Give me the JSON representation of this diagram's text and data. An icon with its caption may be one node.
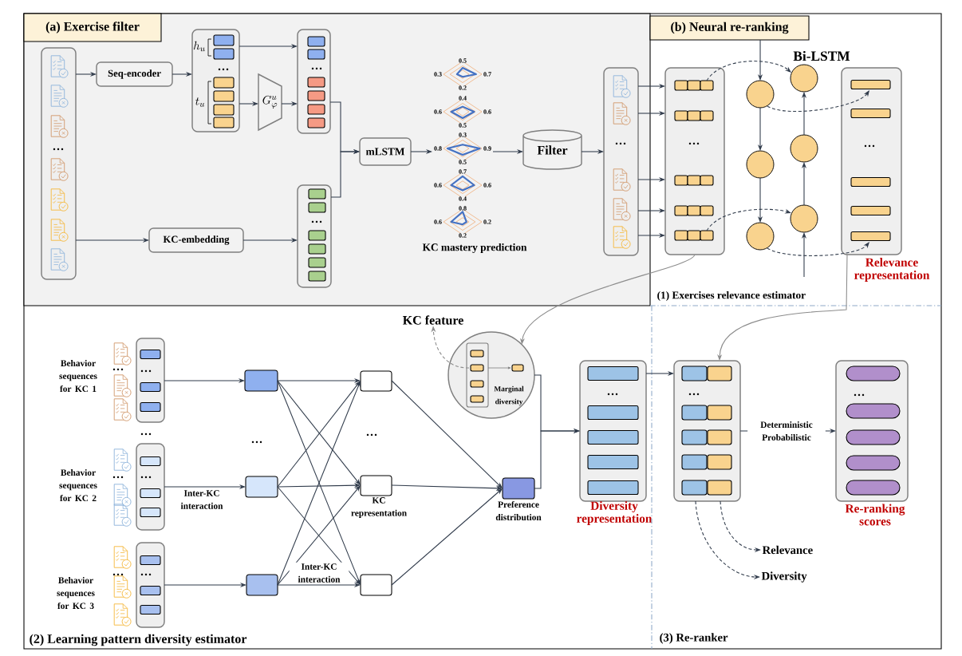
{
  "diagram": {
    "nodes": [
      {
        "text": [
          "(a) Exercise filter"
        ]
      },
      {
        "text": [],
        "shape": "box",
        "in": 0
      },
      {
        "text": [
          "Seq-encoder"
        ],
        "in": 0
      },
      {
        "text": [
          "h_u",
          "t_u"
        ],
        "in": 0
      },
      {
        "text": [
          "G^{u}_{\\varphi}"
        ],
        "in": 0
      },
      {
        "text": [],
        "shape": "box",
        "in": 0
      },
      {
        "text": [
          "KC-embedding"
        ],
        "in": 0
      },
      {
        "text": [],
        "shape": "box",
        "in": 0
      },
      {
        "text": [
          "mLSTM"
        ],
        "in": 0
      },
      {
        "text": [],
        "shape": "diamond",
        "beside": [
          "KC mastery prediction"
        ],
        "in": 0
      },
      {
        "text": [
          "Filter"
        ],
        "in": 0
      },
      {
        "text": [],
        "shape": "box",
        "in": 0
      },
      {
        "text": [
          "(b) Neural re-ranking"
        ]
      },
      {
        "text": [],
        "shape": "box"
      },
      {
        "text": [],
        "shape": "circle"
      },
      {
        "text": [],
        "shape": "circle"
      },
      {
        "text": [],
        "shape": "circle"
      },
      {
        "text": [],
        "shape": "circle"
      },
      {
        "text": [],
        "shape": "circle"
      },
      {
        "text": [],
        "shape": "circle"
      },
      {
        "text": [],
        "shape": "box",
        "beside": [
          "Relevance representation"
        ]
      },
      {
        "text": [],
        "shape": "box"
      },
      {
        "text": [],
        "shape": "box"
      },
      {
        "text": [],
        "shape": "box"
      },
      {
        "text": [],
        "shape": "box"
      },
      {
        "text": [],
        "shape": "box"
      },
      {
        "text": [],
        "shape": "box"
      },
      {
        "text": [],
        "shape": "box"
      },
      {
        "text": [],
        "shape": "box",
        "beside": [
          "KC representation"
        ]
      },
      {
        "text": [],
        "shape": "box"
      },
      {
        "text": [],
        "shape": "box",
        "beside": [
          "Preference distribution"
        ]
      },
      {
        "text": [
          "Marginal diversity"
        ]
      },
      {
        "text": [
          "KC feature"
        ]
      },
      {
        "text": [],
        "shape": "box",
        "beside": [
          "Diversity representation"
        ]
      },
      {
        "text": [],
        "shape": "box"
      },
      {
        "text": [],
        "shape": "box",
        "beside": [
          "Re-ranking scores"
        ]
      },
      {
        "text": [
          "Relevance"
        ]
      },
      {
        "text": [
          "Diversity"
        ]
      }
    ],
    "edges": [
      {
        "from": 1,
        "to": 2,
        "arrow": "to"
      },
      {
        "from": 2,
        "to": 3,
        "arrow": "to"
      },
      {
        "from": 3,
        "to": 5,
        "arrow": "to"
      },
      {
        "from": 3,
        "to": 4,
        "arrow": "to"
      },
      {
        "from": 4,
        "to": 5,
        "arrow": "to"
      },
      {
        "from": 1,
        "to": 6,
        "arrow": "to"
      },
      {
        "from": 6,
        "to": 7,
        "arrow": "to"
      },
      {
        "from": 5,
        "to": 8,
        "arrow": "to"
      },
      {
        "from": 7,
        "to": 8,
        "arrow": "to"
      },
      {
        "from": 8,
        "to": 9,
        "arrow": "to"
      },
      {
        "from": 9,
        "to": 10,
        "arrow": "to"
      },
      {
        "from": 10,
        "to": 11,
        "arrow": "to"
      },
      {
        "from": 11,
        "to": 13,
        "arrow": "to"
      },
      {
        "from": 11,
        "to": 13,
        "arrow": "to"
      },
      {
        "from": 11,
        "to": 13,
        "arrow": "to"
      },
      {
        "from": 11,
        "to": 13,
        "arrow": "to"
      },
      {
        "from": 11,
        "to": 13,
        "arrow": "to"
      },
      {
        "from": 12,
        "to": 14,
        "arrow": "to"
      },
      {
        "from": 14,
        "to": 15,
        "arrow": "to"
      },
      {
        "from": 15,
        "to": 16,
        "arrow": "to"
      },
      {
        "from": null,
        "to": 19,
        "arrow": "to"
      },
      {
        "from": 19,
        "to": 18,
        "arrow": "to"
      },
      {
        "from": 18,
        "to": 17,
        "arrow": "to"
      },
      {
        "from": 13,
        "to": 17,
        "arrow": "to",
        "style": "dashed"
      },
      {
        "from": 14,
        "to": 20,
        "arrow": "to",
        "style": "dashed"
      },
      {
        "from": 13,
        "to": 19,
        "arrow": "to",
        "style": "dashed"
      },
      {
        "from": 16,
        "to": 20,
        "arrow": "to",
        "style": "dashed"
      },
      {
        "from": 13,
        "to": 31,
        "arrow": "to",
        "color": "#8c8c8c"
      },
      {
        "from": 20,
        "to": 34,
        "arrow": "to",
        "color": "#8c8c8c"
      },
      {
        "from": 21,
        "to": 24,
        "arrow": "to"
      },
      {
        "from": 22,
        "to": 25,
        "arrow": "to",
        "label": "Inter-KC interaction"
      },
      {
        "from": 23,
        "to": 26,
        "arrow": "to"
      },
      {
        "from": 24,
        "to": 27,
        "arrow": "to"
      },
      {
        "from": 24,
        "to": 28,
        "arrow": "to"
      },
      {
        "from": 24,
        "to": 29,
        "arrow": "to"
      },
      {
        "from": 25,
        "to": 27,
        "arrow": "to"
      },
      {
        "from": 25,
        "to": 28,
        "arrow": "to"
      },
      {
        "from": 25,
        "to": 29,
        "arrow": "to"
      },
      {
        "from": 26,
        "to": 27,
        "arrow": "to"
      },
      {
        "from": 26,
        "to": 28,
        "arrow": "to"
      },
      {
        "from": 26,
        "to": 29,
        "arrow": "to",
        "label": "Inter-KC interaction"
      },
      {
        "from": 27,
        "to": 30,
        "arrow": "to"
      },
      {
        "from": 28,
        "to": 30,
        "arrow": "to"
      },
      {
        "from": 29,
        "to": 30,
        "arrow": "to"
      },
      {
        "from": 31,
        "to": 32,
        "arrow": "to",
        "style": "dashed",
        "color": "#8c8c8c"
      },
      {
        "from": 31,
        "to": 33,
        "arrow": "to"
      },
      {
        "from": 30,
        "to": 33,
        "arrow": "to"
      },
      {
        "from": 33,
        "to": 34,
        "arrow": "to"
      },
      {
        "from": 34,
        "to": 35,
        "arrow": "to",
        "label": "Deterministic Probabilistic"
      },
      {
        "from": 34,
        "to": 36,
        "arrow": "to",
        "style": "dashed"
      },
      {
        "from": 34,
        "to": 37,
        "arrow": "to",
        "style": "dashed"
      }
    ],
    "labels": [
      "0.5",
      "0.3",
      "0.7",
      "0.2",
      "0.4",
      "0.6",
      "0.6",
      "0.5",
      "0.3",
      "0.8",
      "0.9",
      "0.5",
      "0.7",
      "0.6",
      "0.6",
      "0.4",
      "0.8",
      "0.6",
      "0.2",
      "0.2",
      "Bi-LSTM",
      "(1) Exercises relevance estimator",
      "Behavior sequences for KC 1",
      "Behavior sequences for KC 2",
      "Behavior sequences for KC 3",
      "(2) Learning pattern diversity estimator",
      "(3) Re-ranker"
    ]
  }
}
